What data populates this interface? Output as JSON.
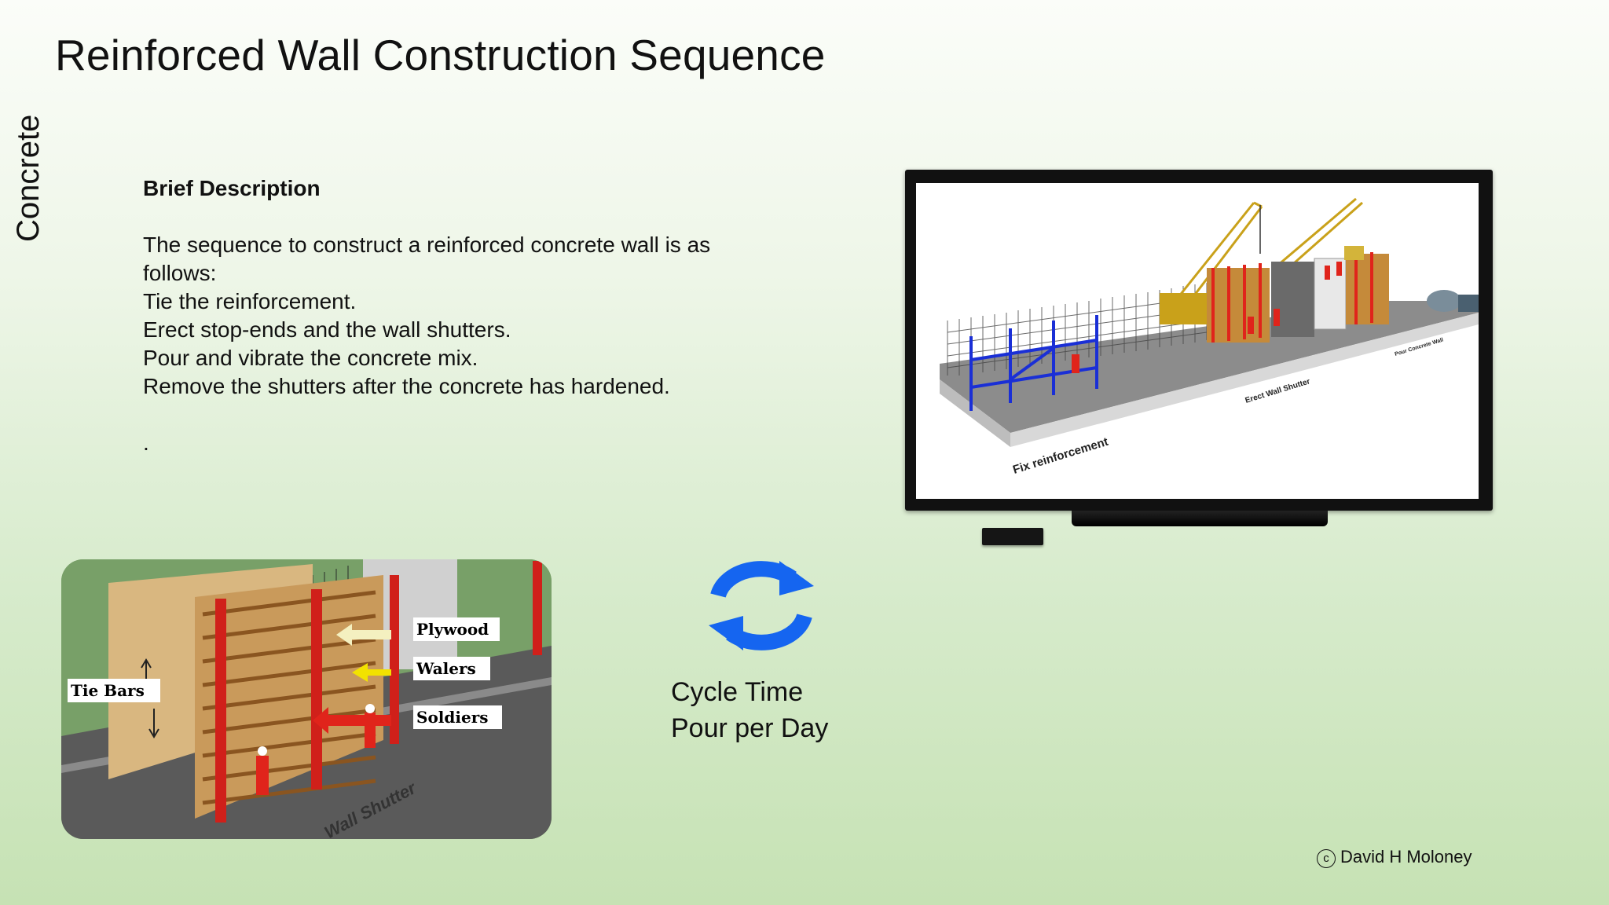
{
  "slide": {
    "title": "Reinforced Wall Construction Sequence",
    "side_label": "Concrete"
  },
  "description": {
    "heading": "Brief Description",
    "lines": [
      "The sequence to construct a reinforced concrete wall is as",
      "follows:",
      "Tie the reinforcement.",
      "Erect stop-ends and the wall shutters.",
      "Pour and vibrate the concrete mix.",
      "Remove the shutters after the concrete has hardened."
    ],
    "trailing": "."
  },
  "tv_illustration": {
    "labels": {
      "fix": "Fix reinforcement",
      "erect": "Erect Wall Shutter",
      "pour": "Pour Concrete Wall"
    }
  },
  "shutter_photo": {
    "labels": {
      "plywood": "Plywood",
      "walers": "Walers",
      "soldiers": "Soldiers",
      "tie_bars": "Tie Bars",
      "floor": "Wall Shutter"
    }
  },
  "cycle": {
    "icon": "refresh-cycle-icon",
    "line1": "Cycle Time",
    "line2": "Pour per Day",
    "color": "#1565f0"
  },
  "footer": {
    "copyright_symbol": "c",
    "author": "David H Moloney"
  }
}
